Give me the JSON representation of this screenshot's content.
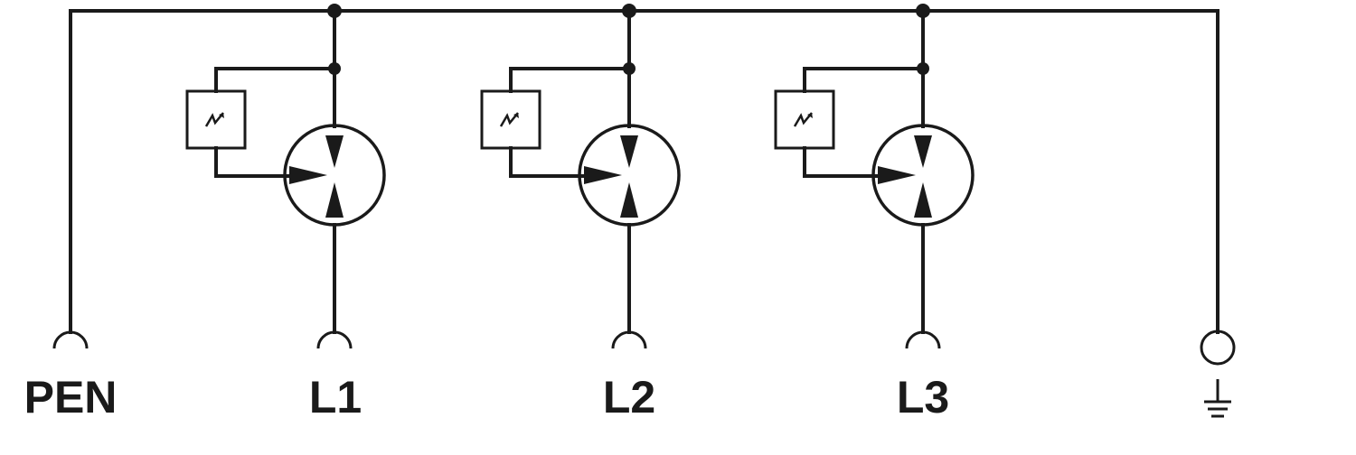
{
  "terminals": [
    {
      "id": "pen",
      "label": "PEN",
      "kind": "terminal"
    },
    {
      "id": "l1",
      "label": "L1",
      "kind": "terminal"
    },
    {
      "id": "l2",
      "label": "L2",
      "kind": "terminal"
    },
    {
      "id": "l3",
      "label": "L3",
      "kind": "terminal"
    },
    {
      "id": "pe",
      "label": "",
      "kind": "ground",
      "icon": "ground-icon"
    }
  ],
  "protection_modules": [
    {
      "id": "spd-l1",
      "icon": "spark-gap-icon",
      "indicator_icon": "lightning-icon"
    },
    {
      "id": "spd-l2",
      "icon": "spark-gap-icon",
      "indicator_icon": "lightning-icon"
    },
    {
      "id": "spd-l3",
      "icon": "spark-gap-icon",
      "indicator_icon": "lightning-icon"
    }
  ],
  "colors": {
    "line": "#1a1a1a",
    "background": "#ffffff"
  }
}
